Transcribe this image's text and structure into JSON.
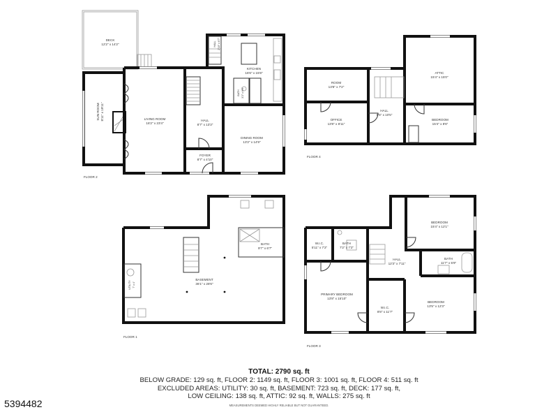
{
  "floors": {
    "floor2": {
      "label": "FLOOR 2",
      "rooms": [
        {
          "name": "DECK",
          "dim": "12'2\" x 14'2\""
        },
        {
          "name": "SUN ROOM",
          "dim": "8'11\" x 19'11\""
        },
        {
          "name": "LIVING ROOM",
          "dim": "16'2\" x 23'4\""
        },
        {
          "name": "HALL",
          "dim": "8'7\" x 13'3\""
        },
        {
          "name": "FOYER",
          "dim": "8'7\" x 4'10\""
        },
        {
          "name": "DINING ROOM",
          "dim": "13'2\" x 14'9\""
        },
        {
          "name": "KITCHEN",
          "dim": "16'6\" x 15'8\""
        },
        {
          "name": "HALL",
          "dim": "2'10\" x 6'7\""
        },
        {
          "name": "BATH",
          "dim": "3'2\" x 6'6\""
        }
      ]
    },
    "floor4": {
      "label": "FLOOR 4",
      "rooms": [
        {
          "name": "ROOM",
          "dim": "13'8\" x 7'2\""
        },
        {
          "name": "OFFICE",
          "dim": "13'8\" x 8'11\""
        },
        {
          "name": "HALL",
          "dim": "8'5\" x 10'5\""
        },
        {
          "name": "ATTIC",
          "dim": "15'4\" x 15'0\""
        },
        {
          "name": "BEDROOM",
          "dim": "15'4\" x 8'6\""
        }
      ]
    },
    "floor1": {
      "label": "FLOOR 1",
      "rooms": [
        {
          "name": "BASEMENT",
          "dim": "36'1\" x 28'6\""
        },
        {
          "name": "BATH",
          "dim": "9'7\" x 6'7\""
        },
        {
          "name": "UTILITY",
          "dim": "7' x 4'"
        }
      ]
    },
    "floor3": {
      "label": "FLOOR 3",
      "rooms": [
        {
          "name": "W.I.C.",
          "dim": "5'11\" x 7'2\""
        },
        {
          "name": "BATH",
          "dim": "7'2\" x 7'2\""
        },
        {
          "name": "HALL",
          "dim": "12'3\" x 7'11\""
        },
        {
          "name": "BEDROOM",
          "dim": "15'4\" x 12'1\""
        },
        {
          "name": "BATH",
          "dim": "11'7\" x 5'9\""
        },
        {
          "name": "PRIMARY BEDROOM",
          "dim": "13'8\" x 15'10\""
        },
        {
          "name": "W.I.C.",
          "dim": "8'8\" x 11'7\""
        },
        {
          "name": "BEDROOM",
          "dim": "13'5\" x 12'3\""
        }
      ]
    }
  },
  "summary": {
    "total": "TOTAL: 2790 sq. ft",
    "line1": "BELOW GRADE: 129 sq. ft, FLOOR 2: 1149 sq. ft, FLOOR 3: 1001 sq. ft, FLOOR 4: 511 sq. ft",
    "line2": "EXCLUDED AREAS: UTILITY: 30 sq. ft, BASEMENT: 723 sq. ft, DECK: 177 sq. ft,",
    "line3": "LOW CEILING: 138 sq. ft, ATTIC: 92 sq. ft, WALLS: 275 sq. ft",
    "disclaimer": "MEASUREMENTS DEEMED HIGHLY RELIABLE BUT NOT GUARANTEED."
  },
  "listing_id": "5394482"
}
